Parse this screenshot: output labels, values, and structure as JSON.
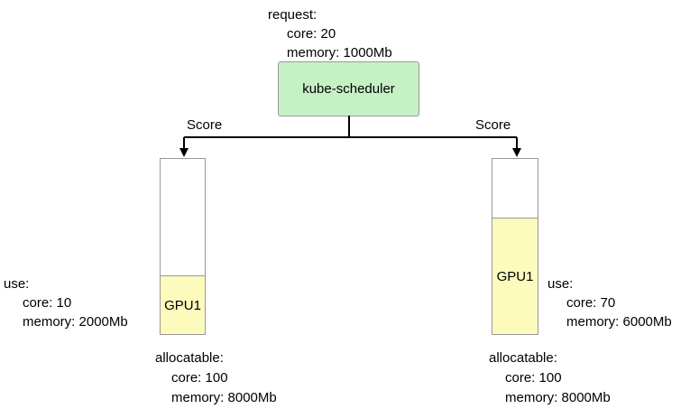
{
  "colors": {
    "scheduler_fill": "#c6f1c4",
    "gpu_fill": "#fcfabd",
    "box_border": "#999999",
    "edge_line": "#000000"
  },
  "scheduler": {
    "label": "kube-scheduler",
    "request": {
      "title": "request:",
      "core": "core: 20",
      "memory": "memory: 1000Mb"
    }
  },
  "edges": {
    "left_label": "Score",
    "right_label": "Score"
  },
  "nodes": [
    {
      "side": "left",
      "gpu_label": "GPU1",
      "use": {
        "title": "use:",
        "core": "core: 10",
        "memory": "memory: 2000Mb"
      },
      "allocatable": {
        "title": "allocatable:",
        "core": "core: 100",
        "memory": "memory: 8000Mb"
      }
    },
    {
      "side": "right",
      "gpu_label": "GPU1",
      "use": {
        "title": "use:",
        "core": "core: 70",
        "memory": "memory: 6000Mb"
      },
      "allocatable": {
        "title": "allocatable:",
        "core": "core: 100",
        "memory": "memory: 8000Mb"
      }
    }
  ]
}
